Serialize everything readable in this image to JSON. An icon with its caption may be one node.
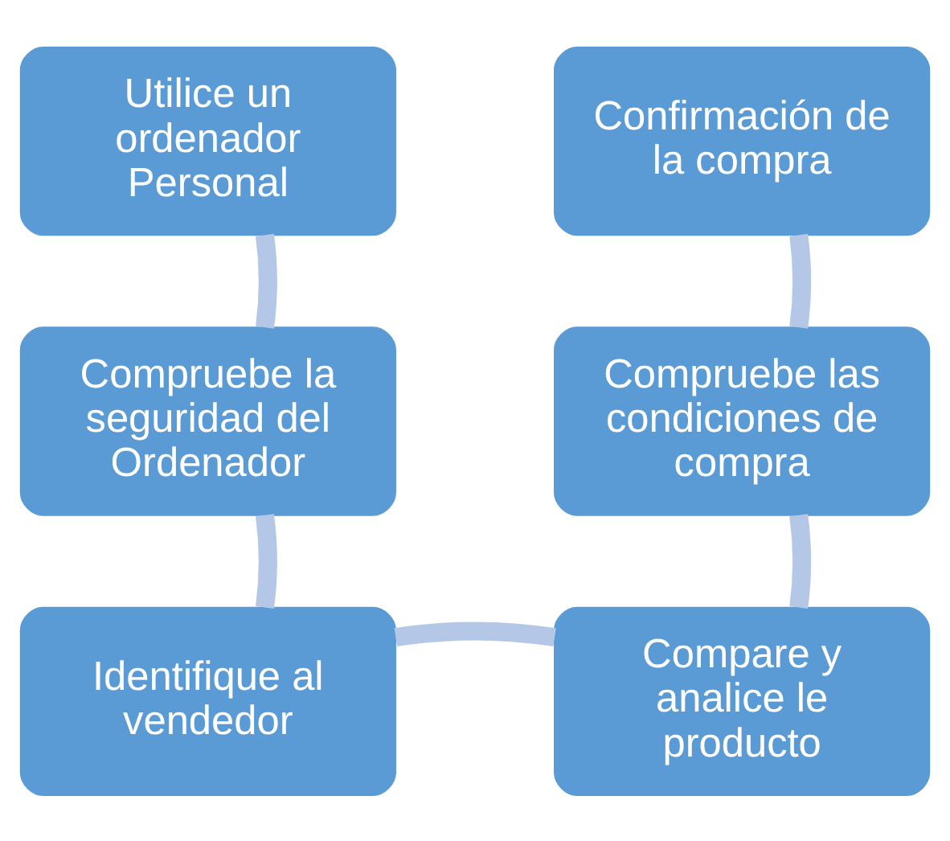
{
  "diagram": {
    "nodes": [
      {
        "text": [
          "Utilice un ordenador Personal"
        ]
      },
      {
        "text": [
          "Compruebe la seguridad del Ordenador"
        ]
      },
      {
        "text": [
          "Identifique al vendedor"
        ]
      },
      {
        "text": [
          "Compare y analice le producto"
        ]
      },
      {
        "text": [
          "Compruebe las condiciones de compra"
        ]
      },
      {
        "text": [
          "Confirmación de la compra"
        ]
      }
    ],
    "edges": [
      {
        "from": 0,
        "to": 1,
        "arrow": "none"
      },
      {
        "from": 1,
        "to": 2,
        "arrow": "none"
      },
      {
        "from": 2,
        "to": 3,
        "arrow": "none"
      },
      {
        "from": 3,
        "to": 4,
        "arrow": "none"
      },
      {
        "from": 4,
        "to": 5,
        "arrow": "none"
      }
    ]
  }
}
